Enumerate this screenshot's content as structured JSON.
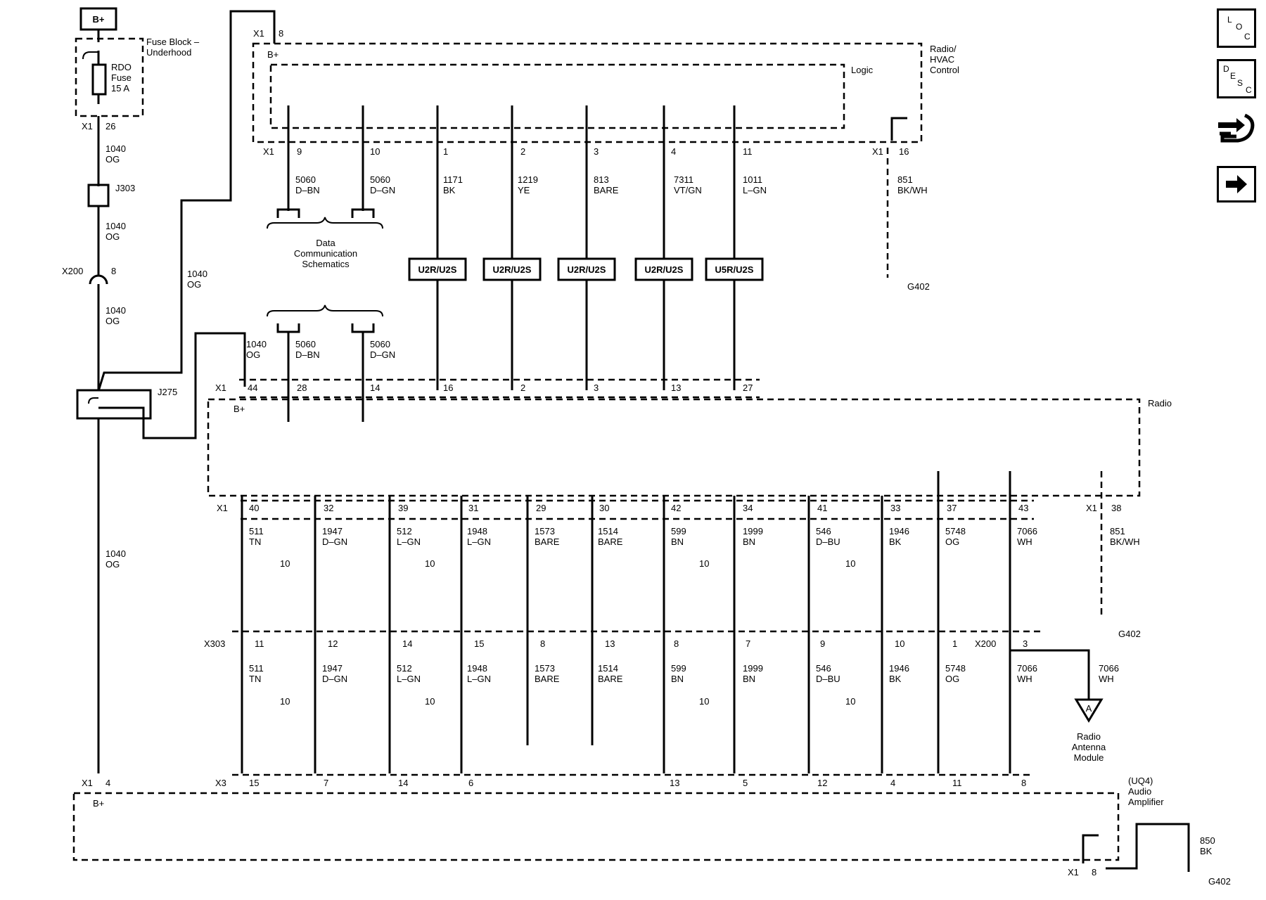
{
  "labels": {
    "battery": "B+",
    "fuse_block": "Fuse Block –",
    "fuse_block_2": "Underhood",
    "fuse_name_1": "RDO",
    "fuse_name_2": "Fuse",
    "fuse_name_3": "15 A",
    "radio_hvac_1": "Radio/",
    "radio_hvac_2": "HVAC",
    "radio_hvac_3": "Control",
    "logic": "Logic",
    "radio": "Radio",
    "data_comm_1": "Data",
    "data_comm_2": "Communication",
    "data_comm_3": "Schematics",
    "amp_1": "(UQ4)",
    "amp_2": "Audio",
    "amp_3": "Amplifier",
    "antenna_1": "Radio",
    "antenna_2": "Antenna",
    "antenna_3": "Module",
    "antenna_ref": "A",
    "twist": "10",
    "bplus_small": "B+"
  },
  "connectors": {
    "x1": "X1",
    "x3": "X3",
    "x200": "X200",
    "x303": "X303",
    "j303": "J303",
    "j275": "J275",
    "g402": "G402"
  },
  "pins": {
    "fuse_out": "26",
    "top_b": "8",
    "x200_main": "8",
    "hvac": [
      "9",
      "10",
      "1",
      "2",
      "3",
      "4",
      "11"
    ],
    "hvac_ground": "16",
    "radio_top": [
      "44",
      "28",
      "14",
      "16",
      "2",
      "3",
      "13",
      "27"
    ],
    "radio_bottom": [
      "40",
      "32",
      "39",
      "31",
      "29",
      "30",
      "42",
      "34",
      "41",
      "33",
      "37",
      "43"
    ],
    "radio_ground": "38",
    "x303": [
      "11",
      "12",
      "14",
      "15",
      "8",
      "13",
      "8",
      "7",
      "9",
      "10",
      "1"
    ],
    "x200_ant": "3",
    "amp_b": "4",
    "amp": [
      "15",
      "7",
      "14",
      "6",
      "13",
      "5",
      "12",
      "4",
      "11",
      "8"
    ],
    "amp_ground": "8"
  },
  "wires": {
    "w1040": {
      "num": "1040",
      "color": "OG"
    },
    "hvac": [
      {
        "num": "5060",
        "color": "D–BN"
      },
      {
        "num": "5060",
        "color": "D–GN"
      },
      {
        "num": "1171",
        "color": "BK"
      },
      {
        "num": "1219",
        "color": "YE"
      },
      {
        "num": "813",
        "color": "BARE"
      },
      {
        "num": "7311",
        "color": "VT/GN"
      },
      {
        "num": "1011",
        "color": "L–GN"
      }
    ],
    "hvac_ground": {
      "num": "851",
      "color": "BK/WH"
    },
    "radio_data": [
      {
        "num": "5060",
        "color": "D–BN"
      },
      {
        "num": "5060",
        "color": "D–GN"
      }
    ],
    "speakers": [
      {
        "num": "511",
        "color": "TN"
      },
      {
        "num": "1947",
        "color": "D–GN"
      },
      {
        "num": "512",
        "color": "L–GN"
      },
      {
        "num": "1948",
        "color": "L–GN"
      },
      {
        "num": "1573",
        "color": "BARE"
      },
      {
        "num": "1514",
        "color": "BARE"
      },
      {
        "num": "599",
        "color": "BN"
      },
      {
        "num": "1999",
        "color": "BN"
      },
      {
        "num": "546",
        "color": "D–BU"
      },
      {
        "num": "1946",
        "color": "BK"
      },
      {
        "num": "5748",
        "color": "OG"
      },
      {
        "num": "7066",
        "color": "WH"
      }
    ],
    "radio_ground": {
      "num": "851",
      "color": "BK/WH"
    },
    "antenna": {
      "num": "7066",
      "color": "WH"
    },
    "amp_ground": {
      "num": "850",
      "color": "BK"
    }
  },
  "modules": [
    "U2R/U2S",
    "U2R/U2S",
    "U2R/U2S",
    "U2R/U2S",
    "U5R/U2S"
  ],
  "side_icons": {
    "loc": [
      "L",
      "O",
      "C"
    ],
    "desc": [
      "D",
      "E",
      "S",
      "C"
    ]
  }
}
